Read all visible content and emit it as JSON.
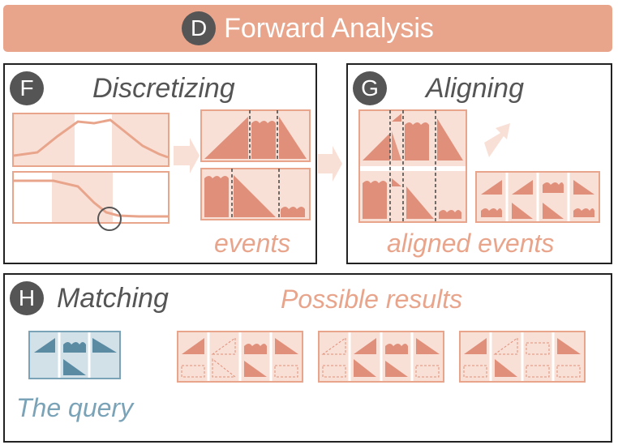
{
  "header": {
    "badge": "D",
    "title": "Forward Analysis"
  },
  "panel_f": {
    "badge": "F",
    "title": "Discretizing",
    "label": "events"
  },
  "panel_g": {
    "badge": "G",
    "title": "Aligning",
    "label": "aligned events"
  },
  "panel_h": {
    "badge": "H",
    "title": "Matching",
    "results_label": "Possible results",
    "query_label": "The query"
  },
  "colors": {
    "accent": "#e8a58c",
    "accent_light": "#f9e0d7",
    "accent_dark": "#e0907a",
    "query": "#7ba3b8",
    "query_light": "#d2e1e8",
    "badge": "#555555"
  }
}
